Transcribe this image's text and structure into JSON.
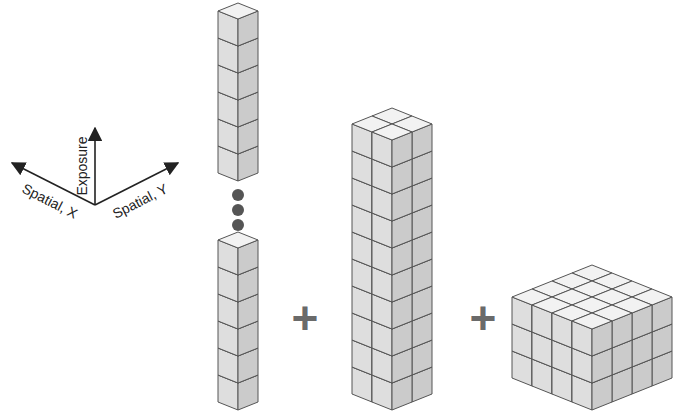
{
  "diagram": {
    "labels": [
      "Exposure",
      "Spatial, X",
      "Spatial, Y",
      "+",
      "+"
    ]
  }
}
